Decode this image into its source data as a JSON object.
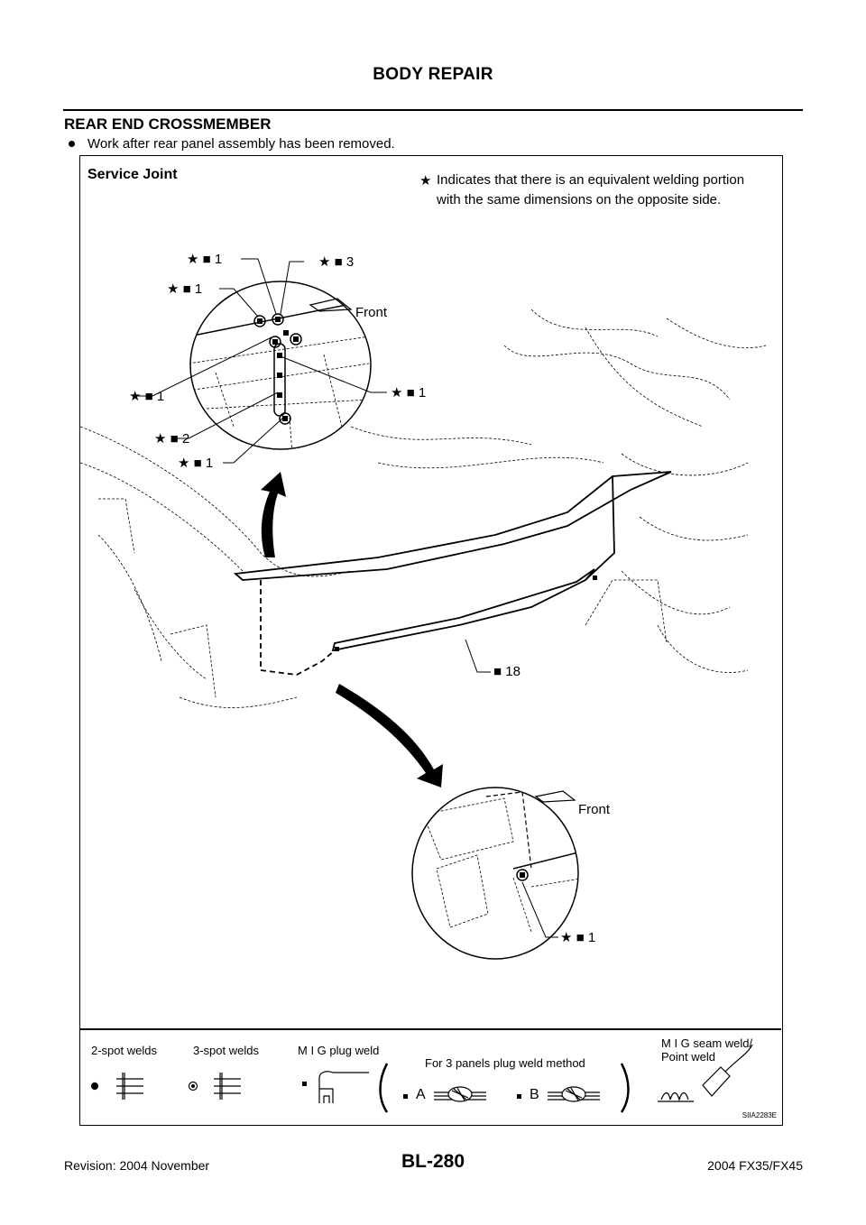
{
  "header": {
    "title": "BODY REPAIR"
  },
  "section": {
    "title": "REAR END CROSSMEMBER",
    "bullet": "Work after rear panel assembly has been removed."
  },
  "figure": {
    "heading": "Service Joint",
    "note_line1": "Indicates that there is an equivalent welding portion",
    "note_line2": "with the same dimensions on the opposite side.",
    "front_label": "Front",
    "callouts": {
      "c1": "1",
      "c2": "1",
      "c3": "3",
      "c4": "1",
      "c5": "1",
      "c6": "2",
      "c7": "1",
      "c8": "18",
      "c9": "1"
    },
    "legend": {
      "spot2": "2-spot welds",
      "spot3": "3-spot welds",
      "mig_plug": "M I G plug weld",
      "three_panels": "For 3 panels plug weld method",
      "panel_a": "A",
      "panel_b": "B",
      "mig_seam_line1": "M I G seam weld/",
      "mig_seam_line2": "Point weld"
    },
    "code": "SIIA2283E"
  },
  "footer": {
    "revision": "Revision: 2004 November",
    "page": "BL-280",
    "model": "2004 FX35/FX45"
  },
  "icons": [
    "star-icon",
    "square-icon",
    "arrow-icon"
  ]
}
